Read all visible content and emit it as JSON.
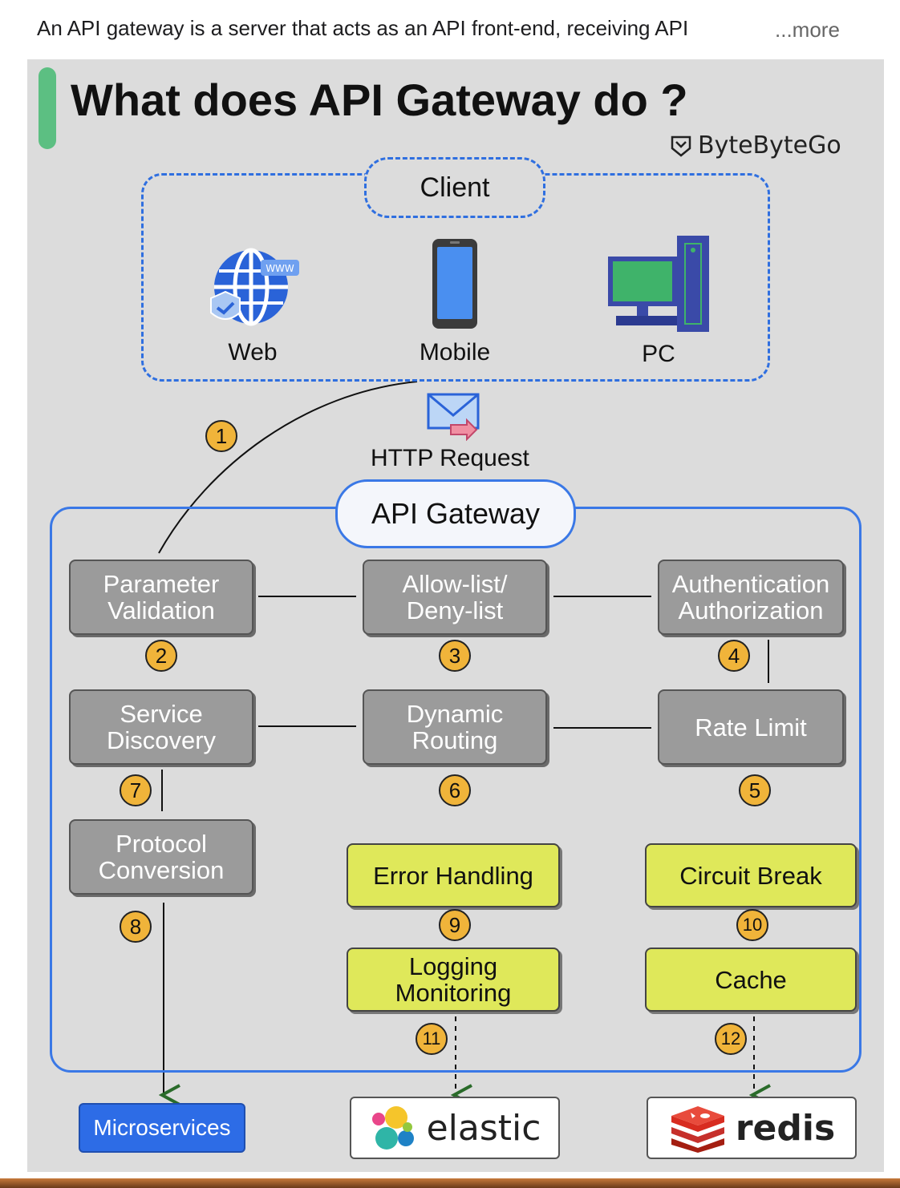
{
  "post": {
    "text": "An API gateway is a server that acts as an API front-end, receiving API",
    "more": "...more"
  },
  "title": "What does API Gateway do ?",
  "brand": "ByteByteGo",
  "client": {
    "label": "Client",
    "items": [
      {
        "label": "Web",
        "icon": "globe-icon"
      },
      {
        "label": "Mobile",
        "icon": "mobile-icon"
      },
      {
        "label": "PC",
        "icon": "pc-icon"
      }
    ]
  },
  "http_request": "HTTP Request",
  "gateway": {
    "label": "API Gateway",
    "steps": {
      "parameter_validation": "Parameter\nValidation",
      "allow_deny": "Allow-list/\nDeny-list",
      "auth": "Authentication\nAuthorization",
      "service_discovery": "Service\nDiscovery",
      "dynamic_routing": "Dynamic\nRouting",
      "rate_limit": "Rate Limit",
      "protocol_conversion": "Protocol\nConversion",
      "error_handling": "Error Handling",
      "circuit_break": "Circuit Break",
      "logging_monitoring": "Logging\nMonitoring",
      "cache": "Cache"
    },
    "badges": [
      "1",
      "2",
      "3",
      "4",
      "5",
      "6",
      "7",
      "8",
      "9",
      "10",
      "11",
      "12"
    ]
  },
  "targets": {
    "microservices": "Microservices",
    "elastic": "elastic",
    "redis": "redis"
  },
  "colors": {
    "dashed_border": "#2f6fe0",
    "gateway_border": "#3a78e6",
    "gray_step": "#9b9b9b",
    "yellow_step": "#dfe85a",
    "badge": "#f0b43a",
    "microservices": "#2d6ce6",
    "title_bar": "#5cbf82"
  }
}
